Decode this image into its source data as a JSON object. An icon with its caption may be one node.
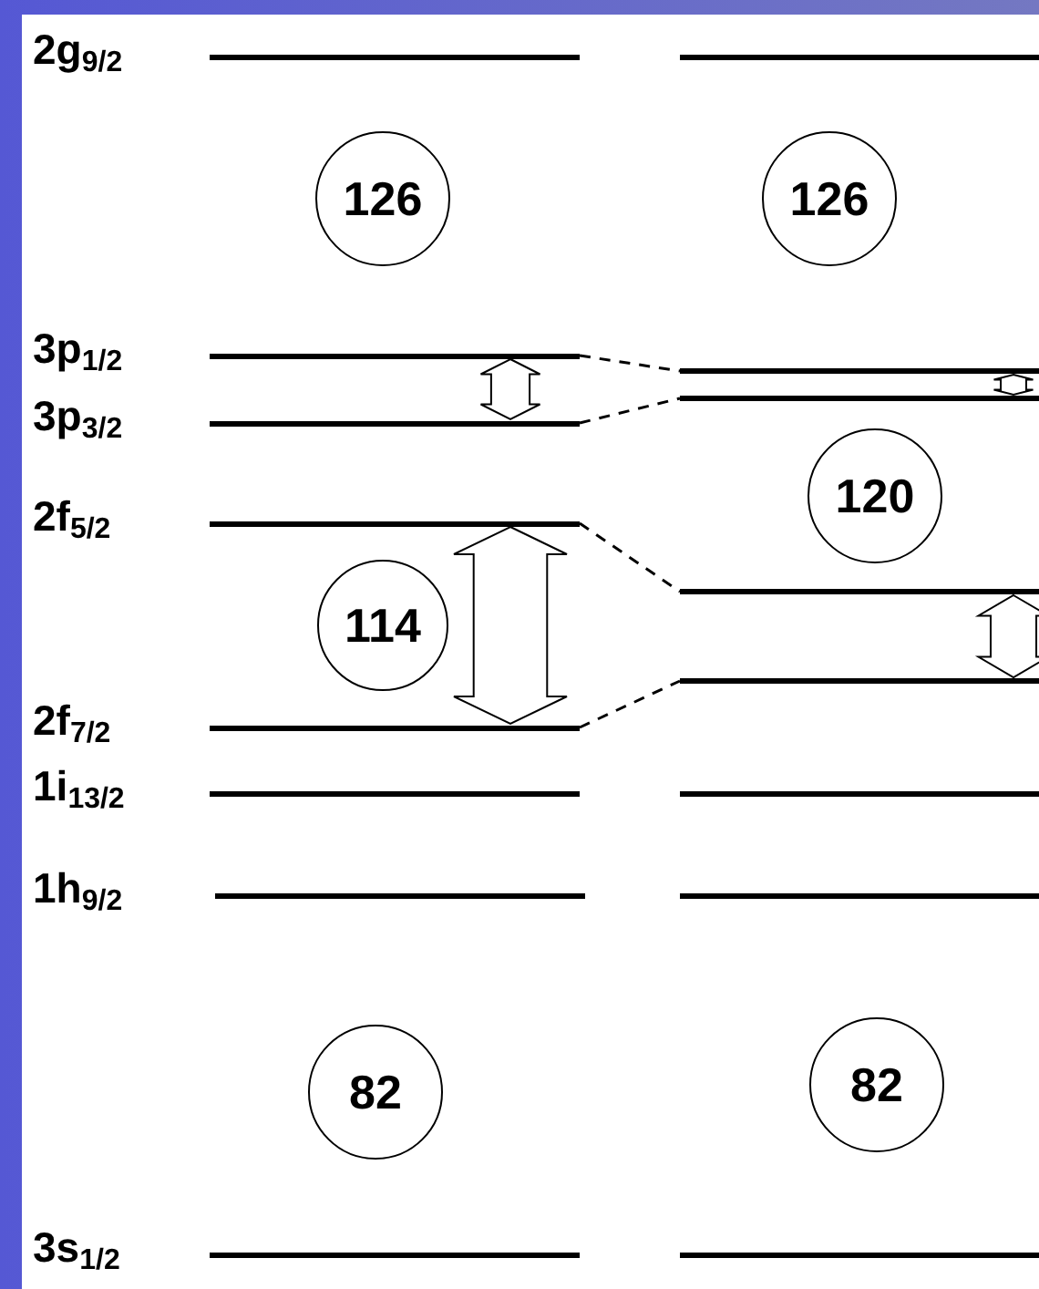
{
  "diagram": {
    "nodes": [
      {
        "text": [
          "2g$_{9/2}$"
        ]
      },
      {
        "text": [
          "3p$_{1/2}$"
        ]
      },
      {
        "text": [
          "3p$_{3/2}$"
        ]
      },
      {
        "text": [
          "2f$_{5/2}$"
        ]
      },
      {
        "text": [
          "2f$_{7/2}$"
        ]
      },
      {
        "text": [
          "1i$_{13/2}$"
        ]
      },
      {
        "text": [
          "1h$_{9/2}$"
        ]
      },
      {
        "text": [
          "3s$_{1/2}$"
        ]
      },
      {
        "text": [],
        "shape": "bar"
      },
      {
        "text": [],
        "shape": "bar"
      },
      {
        "text": [],
        "shape": "bar"
      },
      {
        "text": [],
        "shape": "bar"
      },
      {
        "text": [],
        "shape": "bar"
      },
      {
        "text": [],
        "shape": "bar"
      },
      {
        "text": [],
        "shape": "bar"
      },
      {
        "text": [],
        "shape": "bar"
      },
      {
        "text": [
          "126"
        ]
      },
      {
        "text": [
          "126"
        ]
      },
      {
        "text": [
          "120"
        ]
      },
      {
        "text": [
          "114"
        ]
      },
      {
        "text": [
          "82"
        ]
      },
      {
        "text": [
          "82"
        ]
      }
    ],
    "edges": [
      {
        "from": 1,
        "to": 9,
        "arrow": "none",
        "style": "dashed"
      },
      {
        "from": 2,
        "to": 10,
        "arrow": "none",
        "style": "dashed"
      },
      {
        "from": 3,
        "to": 11,
        "arrow": "none",
        "style": "dashed"
      },
      {
        "from": 4,
        "to": 12,
        "arrow": "none",
        "style": "dashed"
      },
      {
        "from": 1,
        "to": 2,
        "arrow": "both"
      },
      {
        "from": 3,
        "to": 4,
        "arrow": "both"
      },
      {
        "from": 9,
        "to": 10,
        "arrow": "both"
      },
      {
        "from": 11,
        "to": 12,
        "arrow": "both"
      }
    ]
  }
}
